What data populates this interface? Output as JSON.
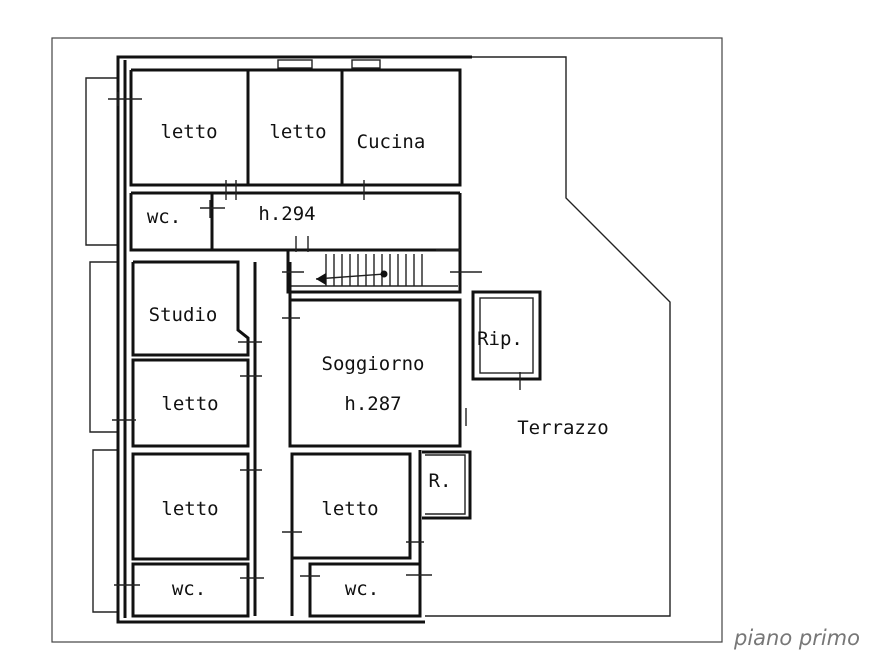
{
  "plan": {
    "caption": "piano primo",
    "rooms": {
      "letto_1": "letto",
      "letto_2": "letto",
      "cucina": "Cucina",
      "wc_1": "wc.",
      "corridoio_h": "h.294",
      "studio": "Studio",
      "rip": "Rip.",
      "soggiorno": "Soggiorno",
      "soggiorno_h": "h.287",
      "terrazzo": "Terrazzo",
      "letto_3": "letto",
      "letto_4": "letto",
      "letto_5": "letto",
      "r": "R.",
      "wc_2": "wc.",
      "wc_3": "wc."
    }
  }
}
